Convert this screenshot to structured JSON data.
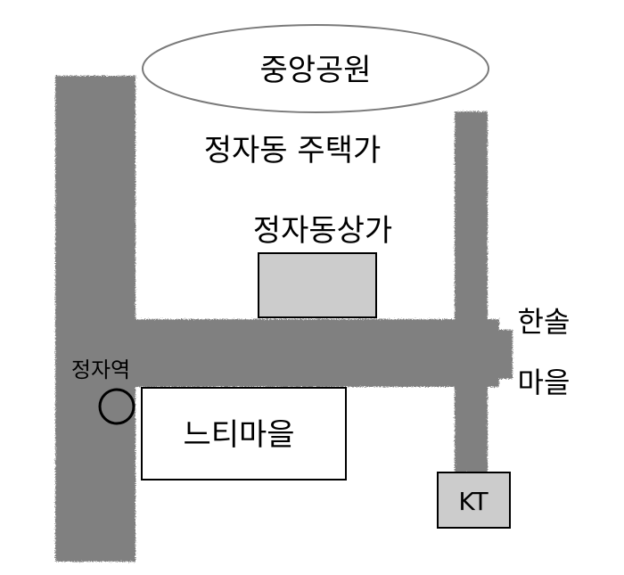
{
  "map": {
    "colors": {
      "background": "#ffffff",
      "road": "#808080",
      "building_fill": "#cccccc",
      "outline": "#000000",
      "park_outline": "#7a7a7a"
    },
    "labels": {
      "park": "중앙공원",
      "residential": "정자동 주택가",
      "mall": "정자동상가",
      "station": "정자역",
      "neuti_village": "느티마을",
      "hansol_line1": "한솔",
      "hansol_line2": "마을",
      "kt": "KT"
    }
  }
}
